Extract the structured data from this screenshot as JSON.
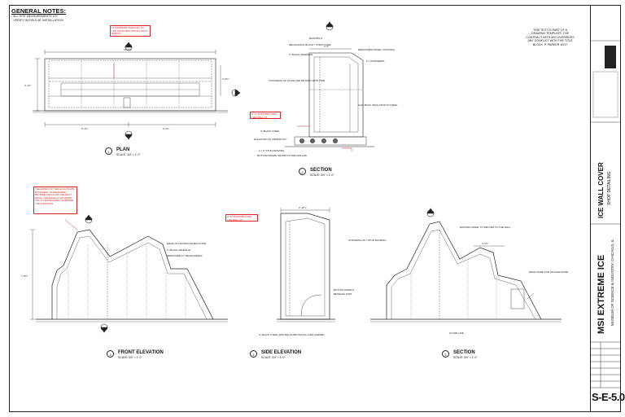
{
  "general_notes": {
    "title": "GENERAL NOTES:",
    "items": [
      "- ALL SITE MEASUREMENTS ±½\"",
      "- VERIFY IN FIELD AT INSTALLATION"
    ]
  },
  "views": {
    "plan": {
      "number": "1",
      "title": "PLAN",
      "scale": "SCALE: 3/4\" = 1'-0\""
    },
    "section_top": {
      "number": "2",
      "title": "SECTION",
      "scale": "SCALE: 3/4\" = 1'-0\""
    },
    "front_elevation": {
      "number": "3",
      "title": "FRONT ELEVATION",
      "scale": "SCALE: 3/4\" = 1'-0\""
    },
    "side_elevation": {
      "number": "4",
      "title": "SIDE ELEVATION",
      "scale": "SCALE: 3/4\" = 1'-0\""
    },
    "section_bottom": {
      "number": "5",
      "title": "SECTION",
      "scale": "SCALE: 3/4\" = 1'-0\""
    }
  },
  "dimensions": {
    "plan_width": "12'-6½\"",
    "plan_left": "6'-4½\"",
    "plan_right": "6'-2½\"",
    "plan_depth": "4'-1½\"",
    "plan_inner": "3'-6½\"",
    "section_top_width": "2'-3\"",
    "side_width": "2'-11½\"",
    "front_height": "7'-8½\"",
    "section_bottom_width": "2'-5½\""
  },
  "annotations": {
    "plan_red": "FLOOR/BASE PARALLEL TO THE PLATFORM INSTALLATION PERIOD",
    "section_red": "3\" AT FROM BEYOND THE WALL AT",
    "front_red": "THE EDGES OF THE EACH PLATE EXTENDED, AS REQUIRED BETWEEN EACH ON THE NEXT EDGE, THE EDGE IS SQUARED OFF TO MORE EASILY SUPPOSE THE LANDINGS",
    "side_red": "3\" AT FROM BEYOND THE WALL AT",
    "section_top_labels": [
      "BACKSPLIT",
      "MECHANICAL BLOCK / STRUCTURE",
      "2\" BLACK ADHESIVE",
      "REMOVABLE PANEL / RACKING",
      "2 x STRINGERS",
      "THICKNESS OF PLATE AND RETURN WITH TRIM",
      "FLAT BACK INSULATION IN STEEL",
      "3\" BLACK STEEL",
      "ELEVATION OF MIRROR PLY",
      "2 x 4\" STUD FRAMING",
      "BOTTOM FRAME SHOWN IN PRE-DRILLED"
    ],
    "front_labels": [
      "EDGE OF DISTINGUISHED PLATE",
      "2\" BLACK ADHESIVE",
      "REMOVABLE 2\" RECEIVABLES"
    ],
    "side_labels": [
      "BUTTON PANELS",
      "BEVELED TRIM",
      "2\" BLACK STEEL APPLIED AFTER INSTALL AND HARDEN"
    ],
    "section_bottom_labels": [
      "BACKING PANEL TO RETURN TO THE WALL",
      "STRINGING PLY STUD FRAMING",
      "EDGE MADE FOR SUCKER DOOR",
      "FLOOR LINE"
    ]
  },
  "template_note": "THIS TEXT IS PART OF A DRAWING TEMPLATE. THE CONTRACT WITH MSI OVERRIDES ANY CONFLICT WITH THE TITLE BLOCK.  P. PARKER 10/17",
  "title_block": {
    "drawing_title": "ICE WALL COVER",
    "drawing_subtitle": "SHOP DETAILING",
    "project_title": "MSI EXTREME ICE",
    "project_subtitle": "MUSEUM OF SCIENCE & INDUSTRY, CHICAGO, IL",
    "sheet_number": "S-E-5.0"
  }
}
